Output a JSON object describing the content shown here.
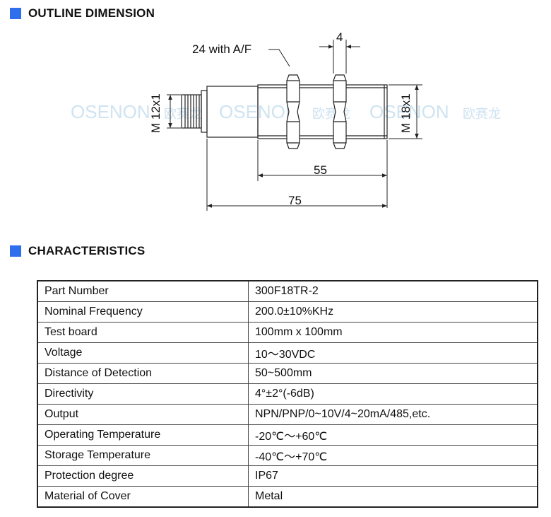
{
  "sections": {
    "outline_title": "OUTLINE DIMENSION",
    "characteristics_title": "CHARACTERISTICS"
  },
  "drawing": {
    "watermark": "OSENON",
    "watermark_cn": "欧赛龙",
    "wrench_label": "24 with A/F",
    "nut_width": "4",
    "thread_small": "M 12x1",
    "thread_large": "M 18x1",
    "len_thread": "55",
    "len_total": "75"
  },
  "rows": [
    {
      "label": "Part Number",
      "value": "300F18TR-2"
    },
    {
      "label": "Nominal Frequency",
      "value": "200.0±10%KHz"
    },
    {
      "label": "Test board",
      "value": "100mm x 100mm"
    },
    {
      "label": "Voltage",
      "value": "10～30VDC"
    },
    {
      "label": "Distance of Detection",
      "value": "50~500mm"
    },
    {
      "label": "Directivity",
      "value": "4°±2°(-6dB)"
    },
    {
      "label": "Output",
      "value": "NPN/PNP/0~10V/4~20mA/485,etc."
    },
    {
      "label": "Operating Temperature",
      "value": "-20℃～+60℃"
    },
    {
      "label": "Storage Temperature",
      "value": "-40℃～+70℃"
    },
    {
      "label": "Protection degree",
      "value": "IP67"
    },
    {
      "label": "Material of Cover",
      "value": "Metal"
    }
  ],
  "colors": {
    "accent": "#2f6fed",
    "watermark": "#cfe3f1"
  }
}
